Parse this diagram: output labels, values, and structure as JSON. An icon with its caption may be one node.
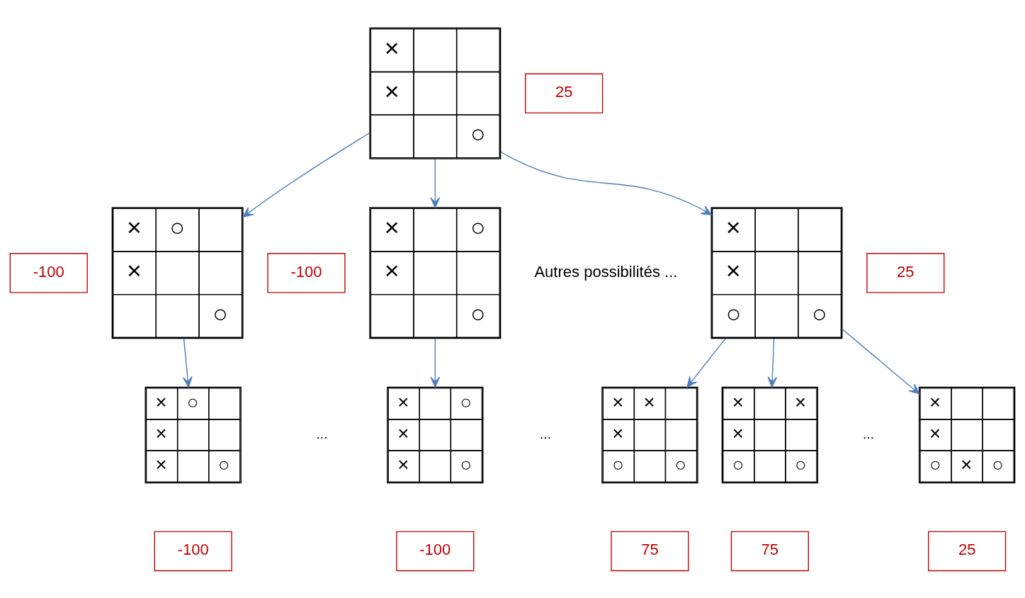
{
  "diagram": {
    "nodes": [
      {
        "text": [
          "×",
          "×",
          "○"
        ]
      },
      {
        "text": [
          "25"
        ]
      },
      {
        "text": [
          "-100"
        ]
      },
      {
        "text": [
          "×",
          "○",
          "×",
          "○"
        ]
      },
      {
        "text": [
          "-100"
        ]
      },
      {
        "text": [
          "×",
          "○",
          "×",
          "○"
        ]
      },
      {
        "text": [
          "×",
          "×",
          "○",
          "○"
        ]
      },
      {
        "text": [
          "25"
        ]
      },
      {
        "text": [
          "×",
          "○",
          "×",
          "×",
          "○"
        ]
      },
      {
        "text": [
          "×",
          "○",
          "×",
          "×",
          "○"
        ]
      },
      {
        "text": [
          "×",
          "×",
          "×",
          "○",
          "○"
        ]
      },
      {
        "text": [
          "×",
          "×",
          "×",
          "○",
          "○"
        ]
      },
      {
        "text": [
          "×",
          "×",
          "○",
          "×",
          "○"
        ]
      },
      {
        "text": [
          "-100"
        ]
      },
      {
        "text": [
          "-100"
        ]
      },
      {
        "text": [
          "75"
        ]
      },
      {
        "text": [
          "75"
        ]
      },
      {
        "text": [
          "25"
        ]
      }
    ],
    "edges": [
      {
        "from": 0,
        "to": 3,
        "arrow": "to"
      },
      {
        "from": 0,
        "to": 5,
        "arrow": "to"
      },
      {
        "from": 0,
        "to": 6,
        "arrow": "to"
      },
      {
        "from": 3,
        "to": 8,
        "arrow": "to"
      },
      {
        "from": 5,
        "to": 9,
        "arrow": "to"
      },
      {
        "from": 6,
        "to": 10,
        "arrow": "to"
      },
      {
        "from": 6,
        "to": 11,
        "arrow": "to"
      },
      {
        "from": 6,
        "to": 12,
        "arrow": "to"
      }
    ],
    "labels": [
      "Autres possibilités ...",
      "...",
      "...",
      "..."
    ]
  }
}
